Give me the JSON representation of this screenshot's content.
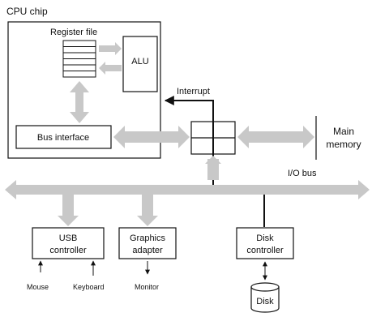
{
  "labels": {
    "cpu_chip": "CPU chip",
    "register_file": "Register file",
    "alu": "ALU",
    "bus_interface": "Bus interface",
    "interrupt": "Interrupt",
    "main_memory_line1": "Main",
    "main_memory_line2": "memory",
    "io_bus": "I/O bus",
    "usb_line1": "USB",
    "usb_line2": "controller",
    "graphics_line1": "Graphics",
    "graphics_line2": "adapter",
    "disk_ctrl_line1": "Disk",
    "disk_ctrl_line2": "controller",
    "mouse": "Mouse",
    "keyboard": "Keyboard",
    "monitor": "Monitor",
    "disk": "Disk"
  },
  "colors": {
    "bus": "#c8c8c8",
    "line": "#111111",
    "box_fill": "#ffffff"
  }
}
